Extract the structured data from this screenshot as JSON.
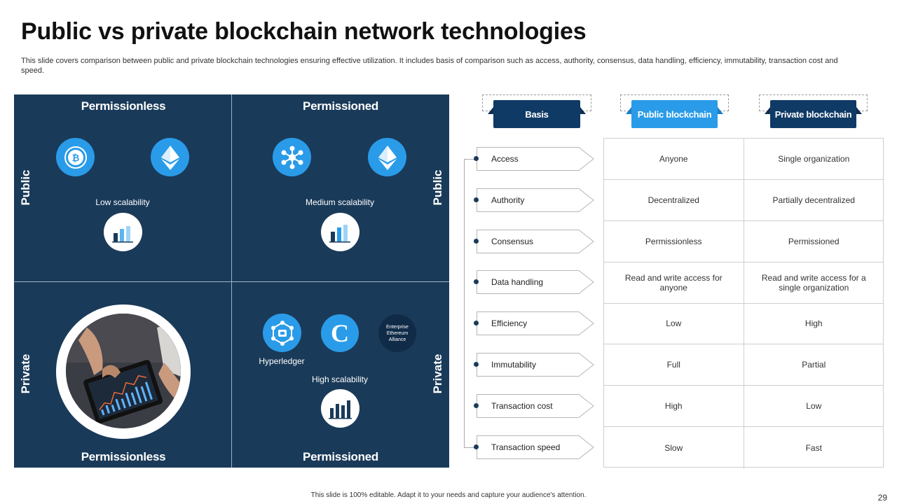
{
  "slide": {
    "title": "Public vs private blockchain network technologies",
    "subtitle": "This slide covers comparison between public and private blockchain technologies ensuring effective utilization. It includes basis of comparison such as access, authority, consensus, data handling, efficiency, immutability, transaction cost and speed.",
    "footer": "This slide is 100% editable. Adapt it to your needs and capture your audience's attention.",
    "page_number": "29"
  },
  "quadrant": {
    "top_left_label": "Permissionless",
    "top_right_label": "Permissioned",
    "bottom_left_label": "Permissionless",
    "bottom_right_label": "Permissioned",
    "left_top_label": "Public",
    "left_bottom_label": "Private",
    "right_top_label": "Public",
    "right_bottom_label": "Private",
    "q1_caption": "Low scalability",
    "q2_caption": "Medium scalability",
    "q4_logo_caption": "Hyperledger",
    "q4_caption": "High scalability",
    "q4_enterprise_logo": "Enterprise Ethereum Alliance",
    "q4_c_logo": "C",
    "colors": {
      "panel": "#1a3a59",
      "accent": "#2a9be8"
    }
  },
  "table": {
    "headers": {
      "basis": "Basis",
      "public": "Public blockchain",
      "private": "Private blockchain"
    },
    "rows": [
      {
        "basis": "Access",
        "public": "Anyone",
        "private": "Single organization"
      },
      {
        "basis": "Authority",
        "public": "Decentralized",
        "private": "Partially decentralized"
      },
      {
        "basis": "Consensus",
        "public": "Permissionless",
        "private": "Permissioned"
      },
      {
        "basis": "Data  handling",
        "public": "Read and write access for anyone",
        "private": "Read and write access for a single organization"
      },
      {
        "basis": "Efficiency",
        "public": "Low",
        "private": "High"
      },
      {
        "basis": "Immutability",
        "public": "Full",
        "private": "Partial"
      },
      {
        "basis": "Transaction  cost",
        "public": "High",
        "private": "Low"
      },
      {
        "basis": "Transaction  speed",
        "public": "Slow",
        "private": "Fast"
      }
    ]
  }
}
